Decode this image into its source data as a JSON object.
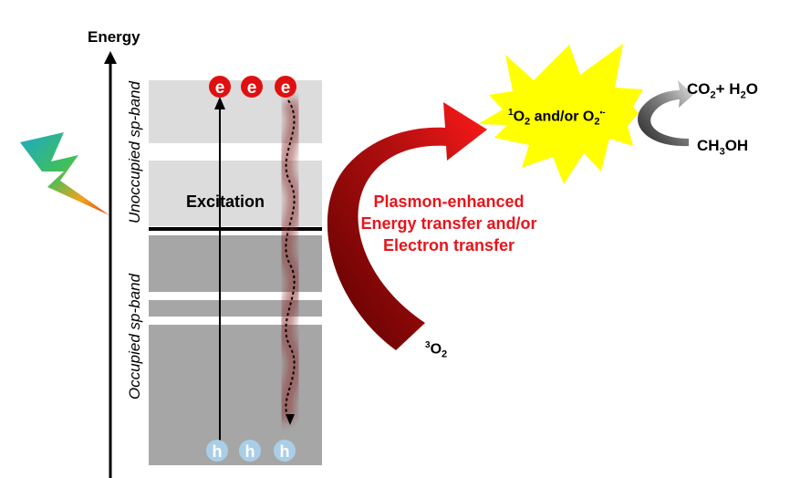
{
  "energy_axis": {
    "label": "Energy"
  },
  "bands": {
    "unoccupied": "Unoccupied sp-band",
    "occupied": "Occupied sp-band"
  },
  "excitation_label": "Excitation",
  "electron_symbol": "e",
  "hole_symbol": "h",
  "transfer_label": [
    "Plasmon-enhanced",
    "Energy transfer and/or",
    "Electron transfer"
  ],
  "reactive_species": {
    "singlet_sup": "1",
    "o2": "O",
    "sub": "2",
    "and_or": " and/or O",
    "radical_sup": "•-"
  },
  "ground_oxygen": {
    "sup": "3",
    "base": "O",
    "sub": "2"
  },
  "products": {
    "co2": "CO",
    "co2_sub": "2",
    "plus_h": "+ H",
    "h2o_sub": "2",
    "o": "O"
  },
  "reactant": {
    "ch": "CH",
    "sub": "3",
    "oh": "OH"
  },
  "colors": {
    "accent_red": "#e8141b",
    "burst_yellow": "#ffff00",
    "electron_red": "#e01010",
    "hole_blue": "#a9cfe8"
  },
  "icons": [
    "lightning-bolt-icon",
    "burst-star-icon",
    "curved-arrow-icon"
  ]
}
